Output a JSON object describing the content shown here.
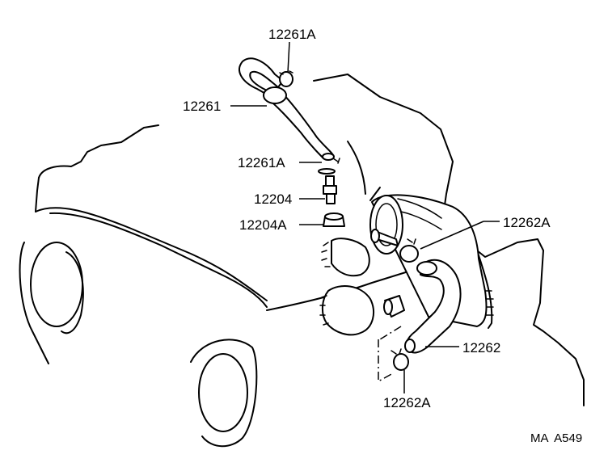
{
  "labels": {
    "clamp_top": "12261A",
    "hose_upper": "12261",
    "clamp_mid": "12261A",
    "union": "12204",
    "gasket": "12204A",
    "clamp_right": "12262A",
    "hose_lower": "12262",
    "clamp_bottom": "12262A"
  },
  "drawing_code": "MA  A549"
}
